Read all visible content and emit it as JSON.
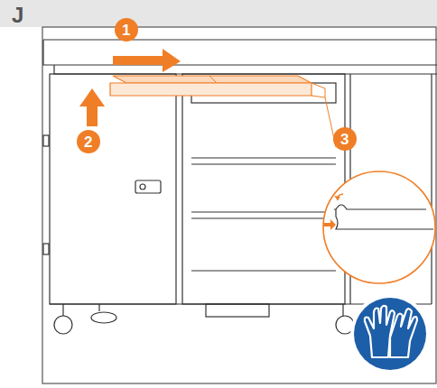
{
  "diagram": {
    "labels": [
      "J",
      "1",
      "2",
      "3"
    ]
  }
}
